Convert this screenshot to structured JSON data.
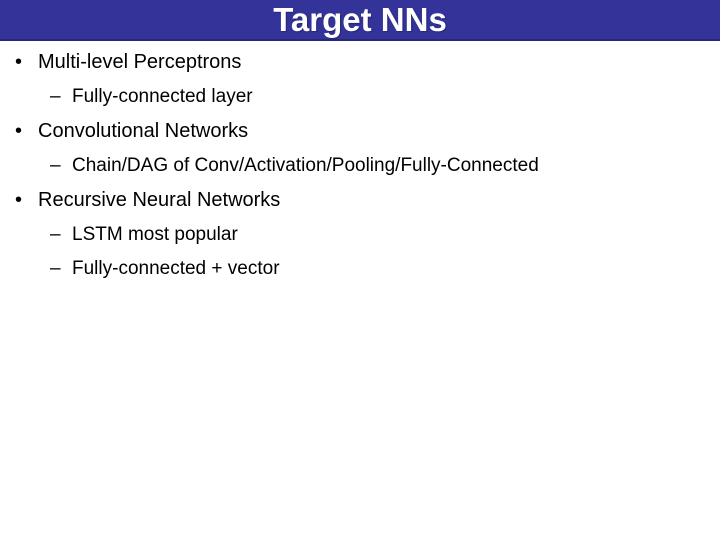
{
  "slide": {
    "title": "Target NNs",
    "colors": {
      "title_bar_background": "#333399",
      "title_bar_border": "#28287a",
      "title_text": "#ffffff",
      "body_text": "#000000",
      "slide_background": "#ffffff"
    },
    "bullets": [
      {
        "level": 1,
        "marker": "•",
        "text": "Multi-level Perceptrons"
      },
      {
        "level": 2,
        "marker": "–",
        "text": "Fully-connected layer"
      },
      {
        "level": 1,
        "marker": "•",
        "text": "Convolutional Networks"
      },
      {
        "level": 2,
        "marker": "–",
        "text": "Chain/DAG of Conv/Activation/Pooling/Fully-Connected"
      },
      {
        "level": 1,
        "marker": "•",
        "text": "Recursive Neural Networks"
      },
      {
        "level": 2,
        "marker": "–",
        "text": "LSTM most popular"
      },
      {
        "level": 2,
        "marker": "–",
        "text": "Fully-connected + vector"
      }
    ]
  }
}
